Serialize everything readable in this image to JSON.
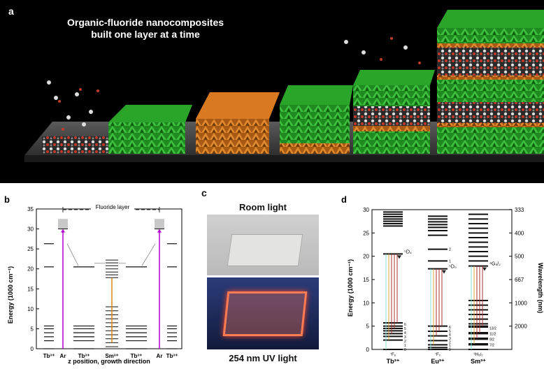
{
  "panel_a": {
    "label": "a",
    "title_line1": "Organic-fluoride nanocomposites",
    "title_line2": "built one layer at a time"
  },
  "panel_b": {
    "label": "b",
    "fluoride_layer": "Fluoride layer",
    "ylabel": "Energy (1000 cm⁻¹)",
    "xlabel": "z position, growth direction",
    "yticks": [
      "0",
      "5",
      "10",
      "15",
      "20",
      "25",
      "30",
      "35"
    ],
    "columns": [
      "Tb³⁺",
      "Ar",
      "Tb³⁺",
      "Sm³⁺",
      "Tb³⁺",
      "Ar",
      "Tb³⁺"
    ]
  },
  "panel_c": {
    "label": "c",
    "room_light": "Room light",
    "uv_light": "254 nm UV light"
  },
  "panel_d": {
    "label": "d",
    "ylabel": "Energy (1000 cm⁻¹)",
    "y2label": "Wavelength (nm)",
    "yticks": [
      "0",
      "5",
      "10",
      "15",
      "20",
      "25",
      "30"
    ],
    "y2ticks": [
      "333",
      "400",
      "500",
      "667",
      "1000",
      "2000"
    ],
    "ions": [
      "Tb³⁺",
      "Eu³⁺",
      "Sm³⁺"
    ],
    "ground_states": [
      "⁷F₆",
      "⁷F₀",
      "⁶H₅/₂"
    ],
    "excited_states": [
      "⁵D₄",
      "⁵D₀",
      "⁴G₅/₂"
    ],
    "tb_j": [
      "0",
      "1",
      "2",
      "3",
      "4",
      "5",
      "6"
    ],
    "eu_j": [
      "0",
      "1",
      "2",
      "3",
      "4",
      "5",
      "6"
    ],
    "sm_j": [
      "7/2",
      "9/2",
      "11/2",
      "13/2"
    ],
    "eu_upper": [
      "1",
      "2"
    ]
  },
  "chart_data": [
    {
      "type": "diagram",
      "panel": "b",
      "ylabel": "Energy (1000 cm⁻¹)",
      "xlabel": "z position, growth direction",
      "ylim": [
        0,
        35
      ],
      "columns": [
        "Tb³⁺",
        "Ar",
        "Tb³⁺",
        "Sm³⁺",
        "Tb³⁺",
        "Ar",
        "Tb³⁺"
      ],
      "tb_levels": [
        0,
        2,
        3,
        4,
        5,
        5.7,
        20.5,
        26.3
      ],
      "ar_absorption": 30,
      "sm_levels": [
        0.5,
        1.5,
        2.5,
        3.5,
        4.5,
        5.5,
        6.5,
        7.5,
        8.5,
        9.5,
        10.5,
        17.8,
        18.5,
        19.2,
        20,
        20.8,
        21.5,
        22.2
      ],
      "sm_emission": [
        17.8,
        1.5
      ]
    },
    {
      "type": "diagram",
      "panel": "d",
      "ylabel": "Energy (1000 cm⁻¹)",
      "y2label": "Wavelength (nm)",
      "ylim": [
        0,
        30
      ],
      "wavelength_ticks_nm": [
        333,
        400,
        500,
        667,
        1000,
        2000
      ],
      "ions": [
        "Tb³⁺",
        "Eu³⁺",
        "Sm³⁺"
      ],
      "tb_levels": [
        0,
        2,
        2.8,
        3.4,
        4,
        4.5,
        5,
        5.7,
        20.5,
        26.5,
        27,
        27.5,
        28,
        28.5,
        29,
        29.5
      ],
      "eu_levels": [
        0,
        0.4,
        1.0,
        1.9,
        2.9,
        3.9,
        5.0,
        17.3,
        19.0,
        21.5,
        24.5,
        25.5,
        26.2,
        26.8,
        27.4,
        28,
        28.6
      ],
      "sm_levels": [
        0,
        1,
        1.2,
        2.2,
        2.4,
        3.4,
        3.6,
        4.8,
        5,
        5.5,
        6.5,
        7.5,
        8.5,
        9.5,
        10.5,
        17.9,
        19,
        20,
        21,
        22,
        23,
        24,
        25,
        26,
        27,
        28,
        29
      ]
    }
  ]
}
